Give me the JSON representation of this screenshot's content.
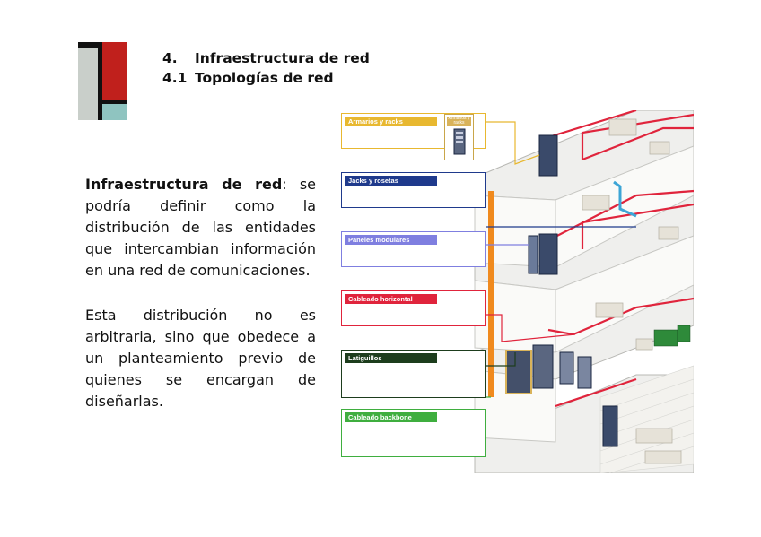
{
  "heading": {
    "line1_num": "4.",
    "line1_text": "Infraestructura de red",
    "line2_num": "4.1",
    "line2_text": "Topologías de red"
  },
  "paragraph1": {
    "term": "Infraestructura de red",
    "rest": ": se podría definir como la distribución de las entidades que intercambian información en una red de comunicaciones."
  },
  "paragraph2": "Esta distribución no es arbitraria, sino que obedece a un planteamiento previo de quienes se encargan de diseñarlas.",
  "legend": [
    {
      "label": "Armarios y racks",
      "color": "#e8b830"
    },
    {
      "label": "Jacks y rosetas",
      "color": "#1f3a8c"
    },
    {
      "label": "Paneles modulares",
      "color": "#7f7fe0"
    },
    {
      "label": "Cableado horizontal",
      "color": "#e0243c"
    },
    {
      "label": "Latiguillos",
      "color": "#1d3d1d"
    },
    {
      "label": "Cableado backbone",
      "color": "#3fae3f"
    }
  ],
  "rack_icon_label": "Armarios y racks",
  "logo_colors": {
    "black": "#111111",
    "red": "#c0201c",
    "grey": "#c9cfca",
    "teal": "#8fc4c0"
  }
}
